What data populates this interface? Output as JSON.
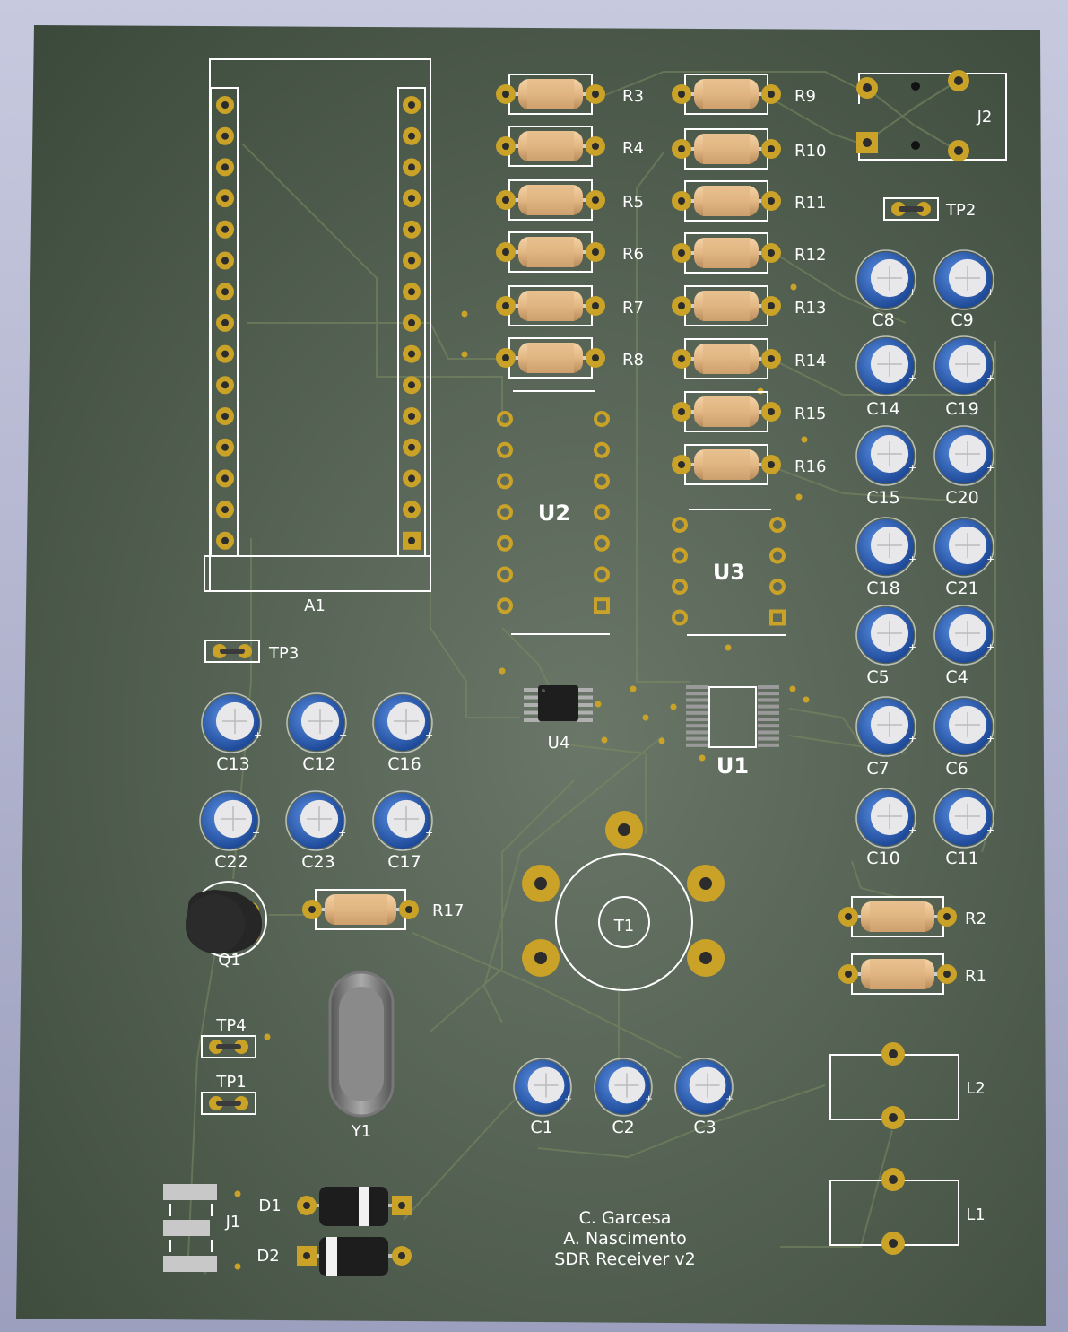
{
  "board": {
    "colors": {
      "background": "#a5a8c4",
      "substrate": "#4f5c4e",
      "silkscreen": "#ffffff",
      "pad_gold": "#c9a227",
      "capacitor_blue": "#3566b8",
      "resistor_body": "#e1b888"
    },
    "credits": {
      "line1": "C. Garcesa",
      "line2": "A. Nascimento",
      "line3": "SDR Receiver v2"
    }
  },
  "components": {
    "A1": "A1",
    "U1": "U1",
    "U2": "U2",
    "U3": "U3",
    "U4": "U4",
    "T1": "T1",
    "Q1": "Q1",
    "Y1": "Y1",
    "J1": "J1",
    "J2": "J2",
    "D1": "D1",
    "D2": "D2",
    "L1": "L1",
    "L2": "L2",
    "TP1": "TP1",
    "TP2": "TP2",
    "TP3": "TP3",
    "TP4": "TP4",
    "R1": "R1",
    "R2": "R2",
    "R3": "R3",
    "R4": "R4",
    "R5": "R5",
    "R6": "R6",
    "R7": "R7",
    "R8": "R8",
    "R9": "R9",
    "R10": "R10",
    "R11": "R11",
    "R12": "R12",
    "R13": "R13",
    "R14": "R14",
    "R15": "R15",
    "R16": "R16",
    "R17": "R17",
    "C1": "C1",
    "C2": "C2",
    "C3": "C3",
    "C4": "C4",
    "C5": "C5",
    "C6": "C6",
    "C7": "C7",
    "C8": "C8",
    "C9": "C9",
    "C10": "C10",
    "C11": "C11",
    "C12": "C12",
    "C13": "C13",
    "C14": "C14",
    "C15": "C15",
    "C16": "C16",
    "C17": "C17",
    "C18": "C18",
    "C19": "C19",
    "C20": "C20",
    "C21": "C21",
    "C22": "C22",
    "C23": "C23"
  }
}
